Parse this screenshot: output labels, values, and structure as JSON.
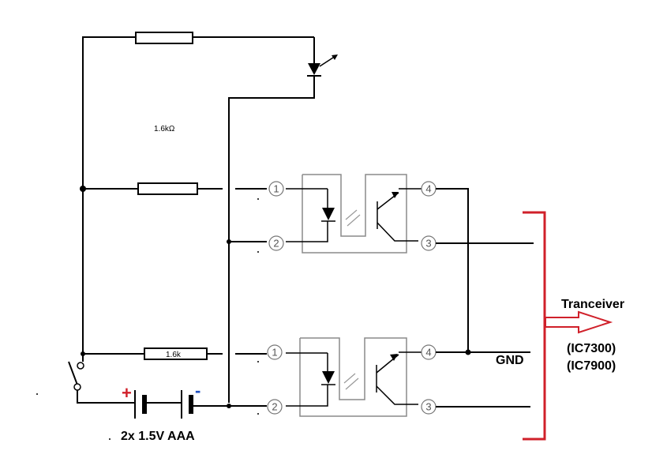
{
  "labels": {
    "resistor_top": "1.6kΩ",
    "resistor_bottom": "1.6k",
    "gnd": "GND",
    "tranceiver": "Tranceiver",
    "ic_a": "(IC7300)",
    "ic_b": "(IC7900)",
    "battery": "2x 1.5V AAA",
    "plus": "+",
    "minus": "-"
  },
  "optocoupler_pins": [
    "1",
    "2",
    "3",
    "4"
  ],
  "colors": {
    "wire": "#000000",
    "component_outline": "#8a8a8a",
    "bracket": "#d0202a",
    "plus": "#d0202a",
    "minus": "#2050c0"
  }
}
